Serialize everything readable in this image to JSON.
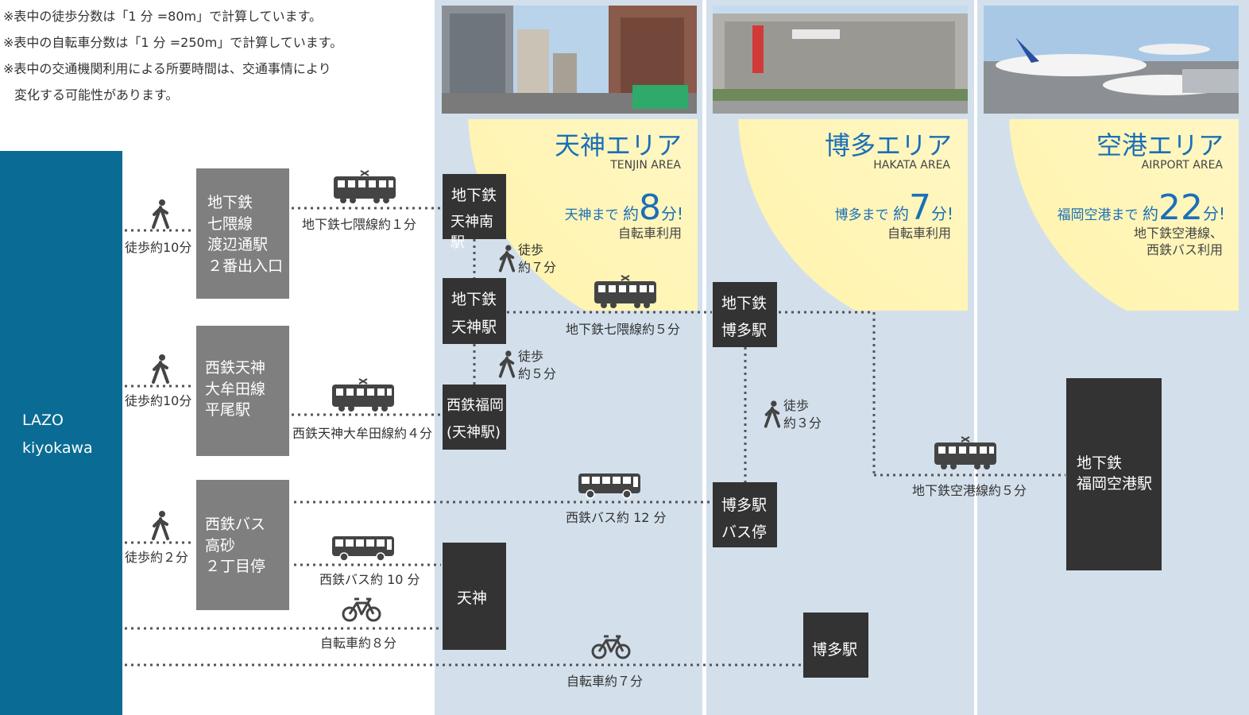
{
  "notes": {
    "walk": "※表中の徒歩分数は「1 分 =80m」で計算しています。",
    "bike": "※表中の自転車分数は「1 分 =250m」で計算しています。",
    "transit1": "※表中の交通機関利用による所要時間は、交通事情により",
    "transit2": "変化する可能性があります。"
  },
  "origin": {
    "line1": "LAZO",
    "line2": "kiyokawa"
  },
  "areas": {
    "tenjin": {
      "title": "天神エリア",
      "en": "TENJIN AREA",
      "prefix": "天神まで",
      "approx": "約",
      "minutes": "8",
      "unit": "分!",
      "note": "自転車利用"
    },
    "hakata": {
      "title": "博多エリア",
      "en": "HAKATA AREA",
      "prefix": "博多まで",
      "approx": "約",
      "minutes": "7",
      "unit": "分!",
      "note": "自転車利用"
    },
    "airport": {
      "title": "空港エリア",
      "en": "AIRPORT AREA",
      "prefix": "福岡空港まで",
      "approx": "約",
      "minutes": "22",
      "unit": "分!",
      "note1": "地下鉄空港線、",
      "note2": "西鉄バス利用"
    }
  },
  "stations": {
    "watanabe": {
      "l1": "地下鉄",
      "l2": "七隈線",
      "l3": "渡辺通駅",
      "l4": "２番出入口"
    },
    "hirao": {
      "l1": "西鉄天神",
      "l2": "大牟田線",
      "l3": "平尾駅"
    },
    "takasago": {
      "l1": "西鉄バス",
      "l2": "高砂",
      "l3": "２丁目停"
    },
    "tenjin_minami": {
      "l1": "地下鉄",
      "l2": "天神南駅"
    },
    "tenjin": {
      "l1": "地下鉄",
      "l2": "天神駅"
    },
    "nishitetsu_fukuoka": {
      "l1": "西鉄福岡",
      "l2": "(天神駅)"
    },
    "tenjin_bike": {
      "l1": "天神"
    },
    "hakata": {
      "l1": "地下鉄",
      "l2": "博多駅"
    },
    "hakata_bus": {
      "l1": "博多駅",
      "l2": "バス停"
    },
    "hakata_bike": {
      "l1": "博多駅"
    },
    "airport": {
      "l1": "地下鉄",
      "l2": "福岡空港駅"
    }
  },
  "routes": {
    "walk1": "徒歩約10分",
    "walk2": "徒歩約10分",
    "walk3": "徒歩約２分",
    "nanakuma1": "地下鉄七隈線約１分",
    "walk7a": "徒歩",
    "walk7b": "約７分",
    "walk5a": "徒歩",
    "walk5b": "約５分",
    "nanakuma5": "地下鉄七隈線約５分",
    "omuta": "西鉄天神大牟田線約４分",
    "bus12": "西鉄バス約 12 分",
    "bus10": "西鉄バス約 10 分",
    "bike8": "自転車約８分",
    "bike7": "自転車約７分",
    "walk3a": "徒歩",
    "walk3b": "約３分",
    "airportline": "地下鉄空港線約５分"
  },
  "colors": {
    "lazo": "#0a6c94",
    "area_bg": "#d3e0ec",
    "station_dark": "#333333",
    "station_gray": "#7f7f7f",
    "area_title": "#1a6fb8"
  },
  "icons": [
    "walker-icon",
    "train-icon",
    "bus-icon",
    "bicycle-icon"
  ]
}
